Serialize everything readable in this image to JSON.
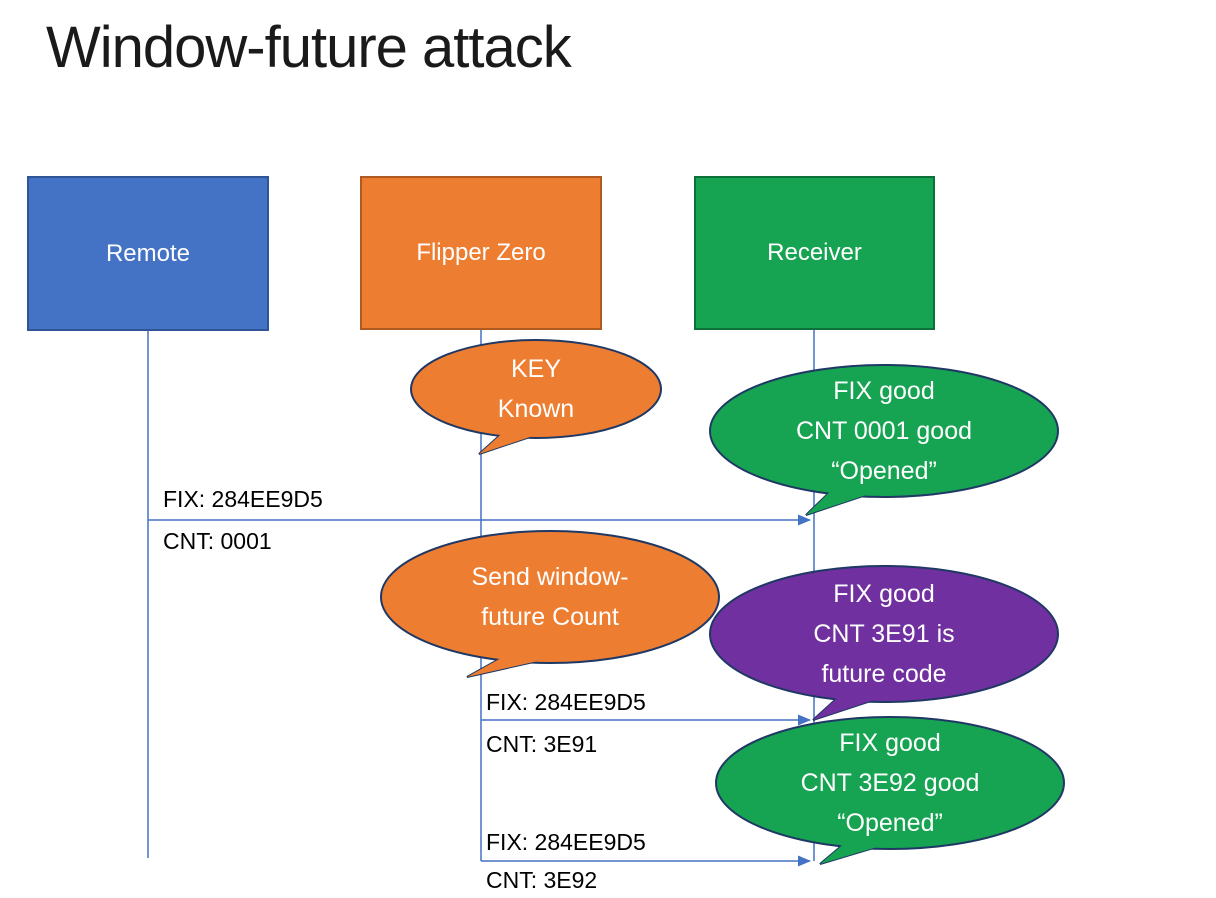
{
  "slide": {
    "title": "Window-future attack"
  },
  "colors": {
    "connector": "#4472C4",
    "blue_fill": "#4472C4",
    "blue_border": "#2F5597",
    "orange_fill": "#ED7D31",
    "orange_border": "#AE5A21",
    "green_fill": "#16A352",
    "green_border": "#0C7038",
    "purple_fill": "#7030A0",
    "callout_outline": "#1F3864",
    "title_text": "#1A1A1A",
    "label_text": "#000000",
    "shape_text": "#FFFFFF"
  },
  "actors": [
    {
      "label": "Remote"
    },
    {
      "label": "Flipper Zero"
    },
    {
      "label": "Receiver"
    }
  ],
  "callouts": [
    {
      "name": "key-known",
      "color": "orange",
      "lines": [
        "KEY",
        "Known"
      ]
    },
    {
      "name": "fix-cnt-0001-good",
      "color": "green",
      "lines": [
        "FIX good",
        "CNT 0001 good",
        "“Opened”"
      ]
    },
    {
      "name": "send-window-future",
      "color": "orange",
      "lines": [
        "Send window-",
        "future Count"
      ]
    },
    {
      "name": "fix-cnt-3e91-future",
      "color": "purple",
      "lines": [
        "FIX good",
        "CNT 3E91 is",
        "future code"
      ]
    },
    {
      "name": "fix-cnt-3e92-good",
      "color": "green",
      "lines": [
        "FIX good",
        "CNT 3E92 good",
        "“Opened”"
      ]
    }
  ],
  "messages": [
    {
      "lines": [
        "FIX: 284EE9D5",
        "CNT: 0001"
      ]
    },
    {
      "lines": [
        "FIX: 284EE9D5",
        "CNT: 3E91"
      ]
    },
    {
      "lines": [
        "FIX: 284EE9D5",
        "CNT: 3E92"
      ]
    }
  ]
}
